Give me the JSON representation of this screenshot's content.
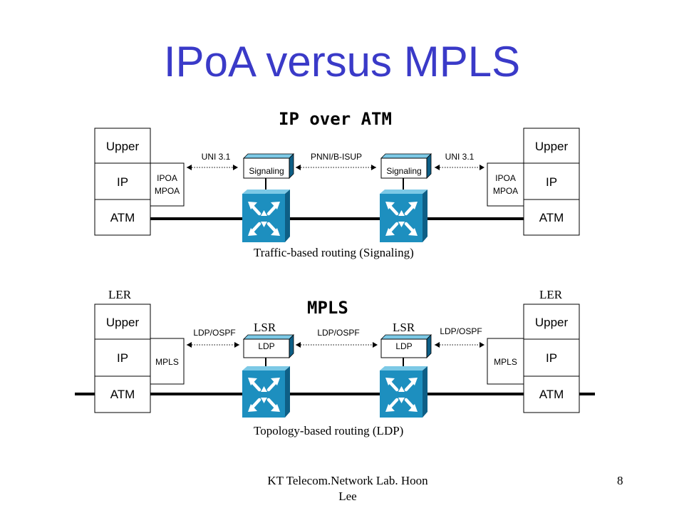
{
  "slide": {
    "title": "IPoA versus MPLS",
    "footer": {
      "left_line1": "KT Telecom.Network Lab.  Hoon",
      "left_line2": "Lee",
      "page_number": "8"
    }
  },
  "ipoa": {
    "heading": "IP over ATM",
    "stack_left": [
      "Upper",
      "IP",
      "ATM"
    ],
    "stack_right": [
      "Upper",
      "IP",
      "ATM"
    ],
    "adapter_left": [
      "IPOA",
      "MPOA"
    ],
    "adapter_right": [
      "IPOA",
      "MPOA"
    ],
    "link_left": "UNI 3.1",
    "link_middle": "PNNI/B-ISUP",
    "link_right": "UNI 3.1",
    "switch_box_label": "Signaling",
    "caption": "Traffic-based routing (Signaling)"
  },
  "mpls": {
    "heading": "MPLS",
    "edge_label_left": "LER",
    "edge_label_right": "LER",
    "stack_left": [
      "Upper",
      "IP",
      "ATM"
    ],
    "stack_right": [
      "Upper",
      "IP",
      "ATM"
    ],
    "adapter_left": "MPLS",
    "adapter_right": "MPLS",
    "link_left": "LDP/OSPF",
    "link_middle": "LDP/OSPF",
    "link_right": "LDP/OSPF",
    "switch_label": "LSR",
    "switch_box_label": "LDP",
    "caption": "Topology-based routing (LDP)"
  },
  "colors": {
    "title": "#3a3ac8",
    "switch_front": "#1d8fbf",
    "switch_top": "#7cc9e6",
    "switch_side": "#0e5f86"
  }
}
